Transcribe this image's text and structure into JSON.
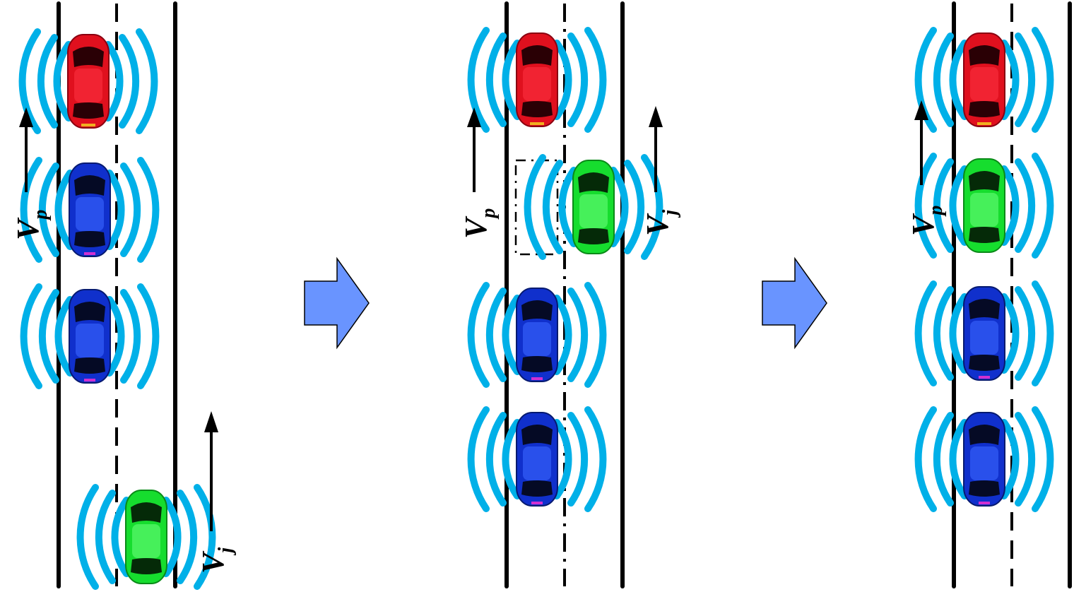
{
  "colors": {
    "background": "#ffffff",
    "road_line": "#000000",
    "signal_waves": "#00b0e8",
    "arrow_fill": "#6994ff",
    "arrow_stroke": "#000000",
    "car_red": "#e0101e",
    "car_blue": "#1030cc",
    "car_green": "#16dd2e"
  },
  "labels": {
    "platoon_speed_main": "V",
    "platoon_speed_sub": "p",
    "joiner_speed_main": "V",
    "joiner_speed_sub": "j"
  },
  "panels": [
    {
      "name": "before-merge",
      "vehicles": [
        {
          "role": "leader",
          "color": "red"
        },
        {
          "role": "follower",
          "color": "blue"
        },
        {
          "role": "follower",
          "color": "blue"
        },
        {
          "role": "joining",
          "color": "green"
        }
      ]
    },
    {
      "name": "merging",
      "vehicles": [
        {
          "role": "leader",
          "color": "red"
        },
        {
          "role": "joining",
          "color": "green"
        },
        {
          "role": "follower",
          "color": "blue"
        },
        {
          "role": "follower",
          "color": "blue"
        }
      ],
      "gap_marker": "dash-dot box"
    },
    {
      "name": "after-merge",
      "vehicles": [
        {
          "role": "leader",
          "color": "red"
        },
        {
          "role": "joined",
          "color": "green"
        },
        {
          "role": "follower",
          "color": "blue"
        },
        {
          "role": "follower",
          "color": "blue"
        }
      ]
    }
  ]
}
